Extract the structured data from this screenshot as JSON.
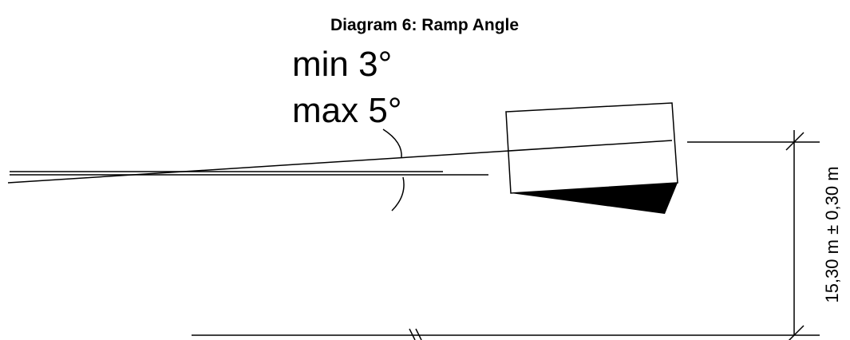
{
  "title": "Diagram 6: Ramp Angle",
  "angle_label": {
    "min": "min 3°",
    "max": "max 5°"
  },
  "dimension_label": "15,30 m ± 0,30 m",
  "colors": {
    "line": "#000000",
    "fill": "#000000",
    "background": "#ffffff"
  }
}
